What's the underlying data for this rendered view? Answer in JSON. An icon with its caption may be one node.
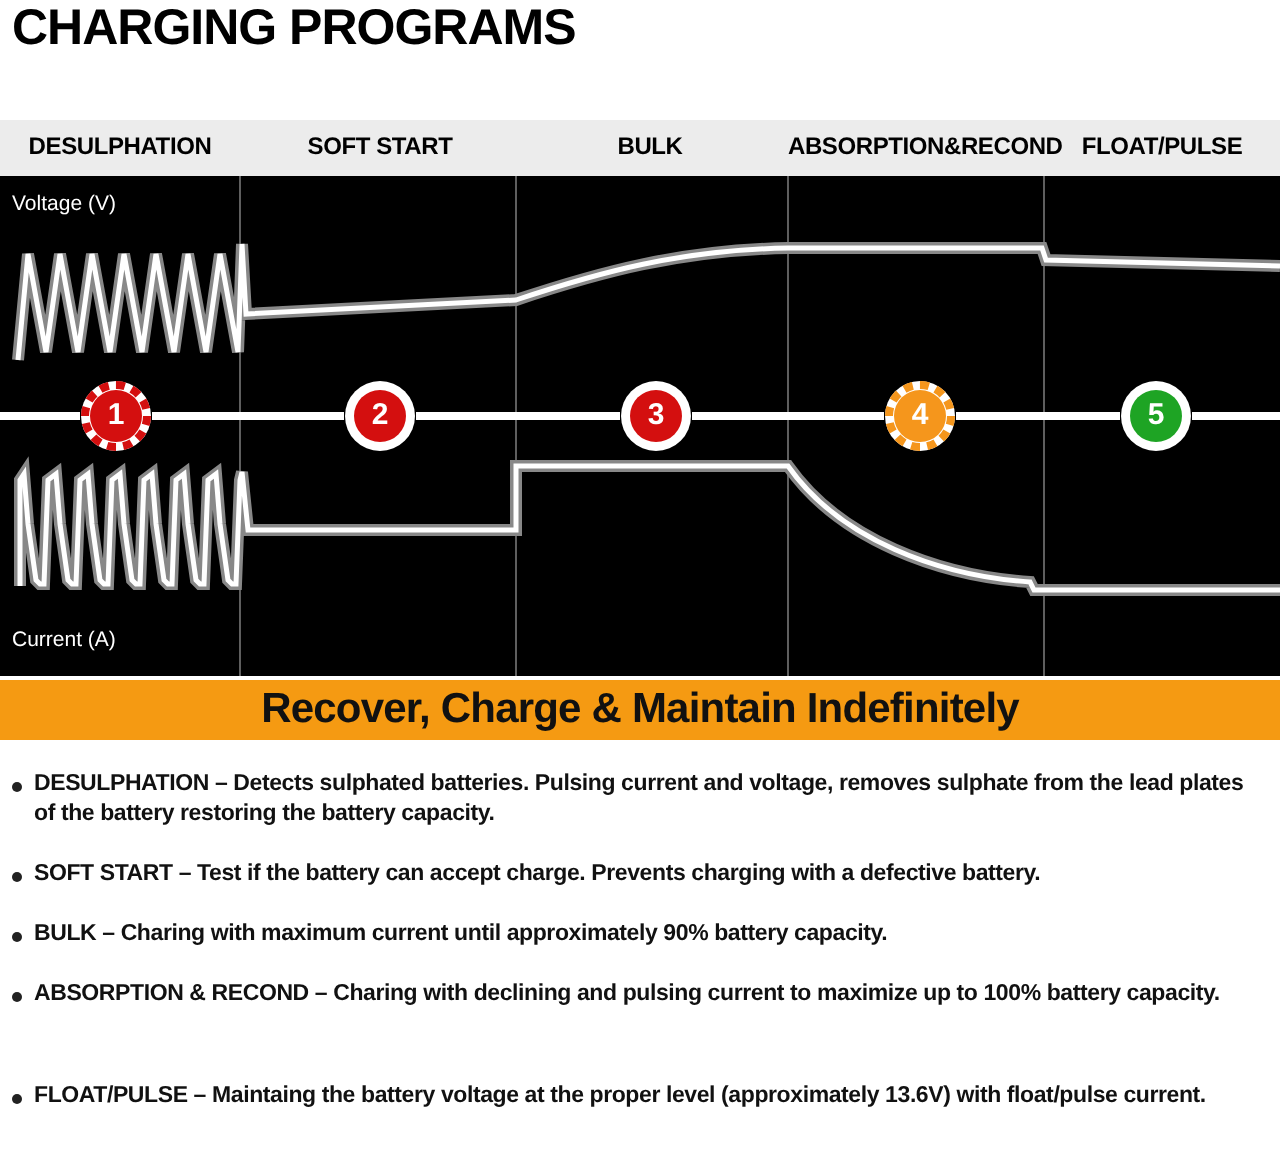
{
  "diagram": {
    "title": "CHARGING PROGRAMS",
    "nodes": [
      {
        "text": [
          "1"
        ]
      },
      {
        "text": [
          "2"
        ]
      },
      {
        "text": [
          "3"
        ]
      },
      {
        "text": [
          "4"
        ]
      },
      {
        "text": [
          "5"
        ]
      }
    ],
    "edges": [
      {
        "from": null,
        "to": 0,
        "arrow": "none"
      },
      {
        "from": 0,
        "to": 1,
        "arrow": "none"
      },
      {
        "from": 1,
        "to": 2,
        "arrow": "none"
      },
      {
        "from": 2,
        "to": 3,
        "arrow": "none"
      },
      {
        "from": 3,
        "to": 4,
        "arrow": "none"
      },
      {
        "from": 4,
        "to": null,
        "arrow": "none"
      }
    ],
    "labels": [
      "DESULPHATION",
      "SOFT START",
      "BULK",
      "ABSORPTION&RECOND",
      "FLOAT/PULSE",
      "Voltage (V)",
      "Current (A)",
      "Recover, Charge & Maintain Indefinitely",
      "DESULPHATION – Detects sulphated batteries. Pulsing current and voltage, removes sulphate from the lead plates of the battery restoring the battery capacity.",
      "SOFT START – Test if the battery can accept charge. Prevents charging with a defective battery.",
      "BULK – Charing with maximum current until approximately 90% battery capacity.",
      "ABSORPTION & RECOND – Charing with declining and pulsing current to maximize up to 100% battery capacity.",
      "FLOAT/PULSE – Maintaing the battery voltage at the proper level (approximately 13.6V) with float/pulse current."
    ]
  }
}
